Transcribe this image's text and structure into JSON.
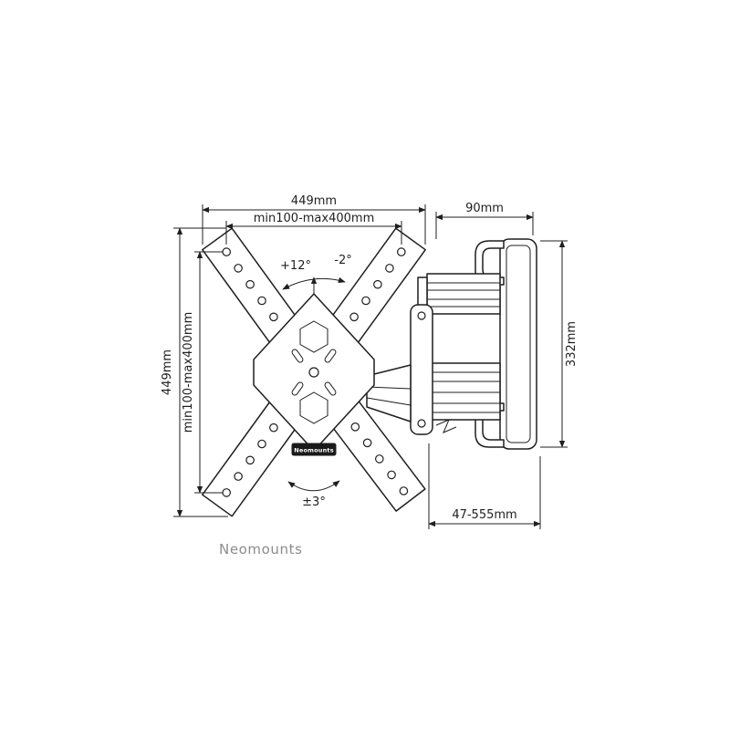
{
  "brand": "Neomounts",
  "plate_logo": "Neomounts",
  "dimensions": {
    "top_width": "449mm",
    "top_hole_range": "min100-max400mm",
    "wall_plate_width": "90mm",
    "left_height": "449mm",
    "left_hole_range": "min100-max400mm",
    "bracket_height": "332mm",
    "extension_depth": "47-555mm"
  },
  "angles": {
    "rotation_plus": "+12°",
    "rotation_minus": "-2°",
    "tilt": "±3°"
  },
  "colors": {
    "line_color": "#1f1f1f",
    "brand_text_color": "#8c8c8c"
  }
}
